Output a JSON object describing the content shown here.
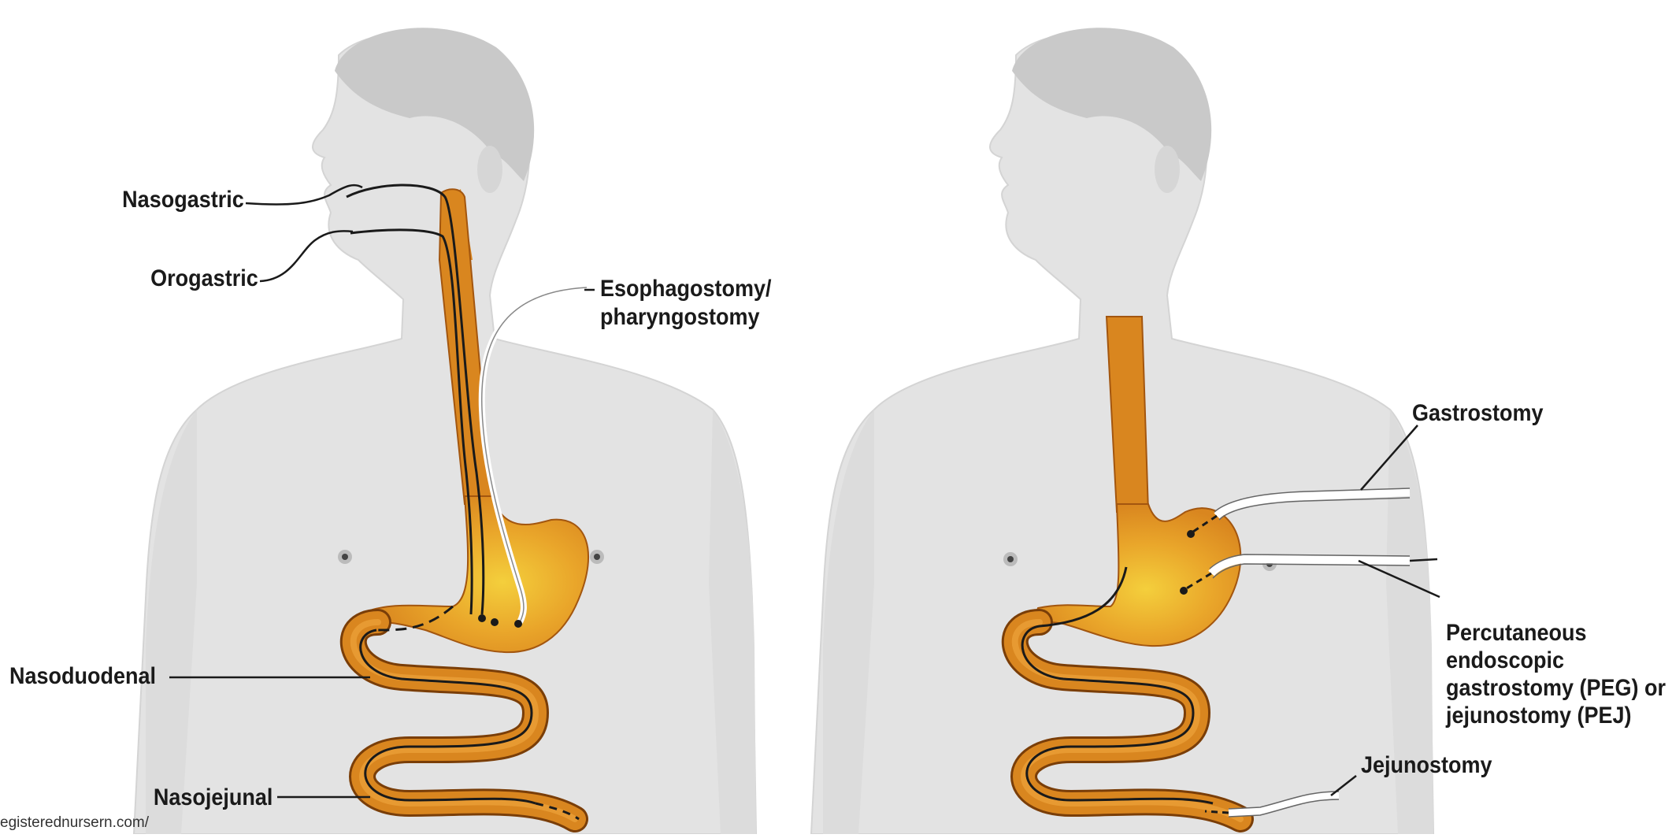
{
  "left_figure": {
    "labels": {
      "nasogastric": "Nasogastric",
      "orogastric": "Orogastric",
      "esophagostomy_line1": "Esophagostomy/",
      "esophagostomy_line2": "pharyngostomy",
      "nasoduodenal": "Nasoduodenal",
      "nasojejunal": "Nasojejunal"
    }
  },
  "right_figure": {
    "labels": {
      "gastrostomy": "Gastrostomy",
      "peg_line1": "Percutaneous",
      "peg_line2": "endoscopic",
      "peg_line3": "gastrostomy (PEG) or",
      "peg_line4": "jejunostomy (PEJ)",
      "jejunostomy": "Jejunostomy"
    }
  },
  "source_text": "egisterednursern.com/",
  "colors": {
    "body": "#e3e3e3",
    "hair": "#c9c9c9",
    "gi_tract": "#d9861f",
    "gi_dark": "#7a3e08",
    "stomach_glow": "#f2c23a",
    "tube": "#1a1a1a",
    "label_text": "#1a1a1a"
  }
}
